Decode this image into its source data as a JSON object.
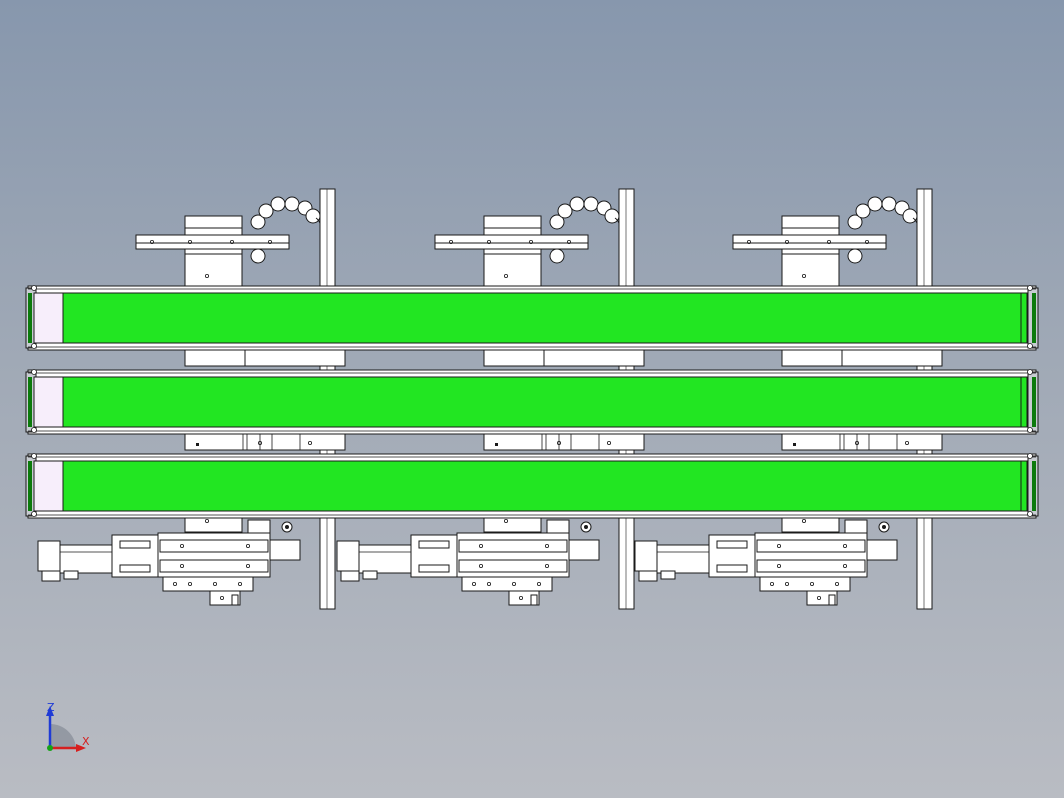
{
  "scene": {
    "background_top": "#8797ad",
    "background_bottom": "#b9bcc3",
    "belt_color": "#22e622",
    "belt_edge_color": "#0c7a0c",
    "part_fill": "#ffffff",
    "line_color": "#1a1a1a",
    "conveyor_count": 3,
    "module_count": 3
  },
  "triad": {
    "z_label": "Z",
    "x_label": "X",
    "z_color": "#1f3bd6",
    "x_color": "#d61f1f",
    "origin_color": "#16a316"
  }
}
